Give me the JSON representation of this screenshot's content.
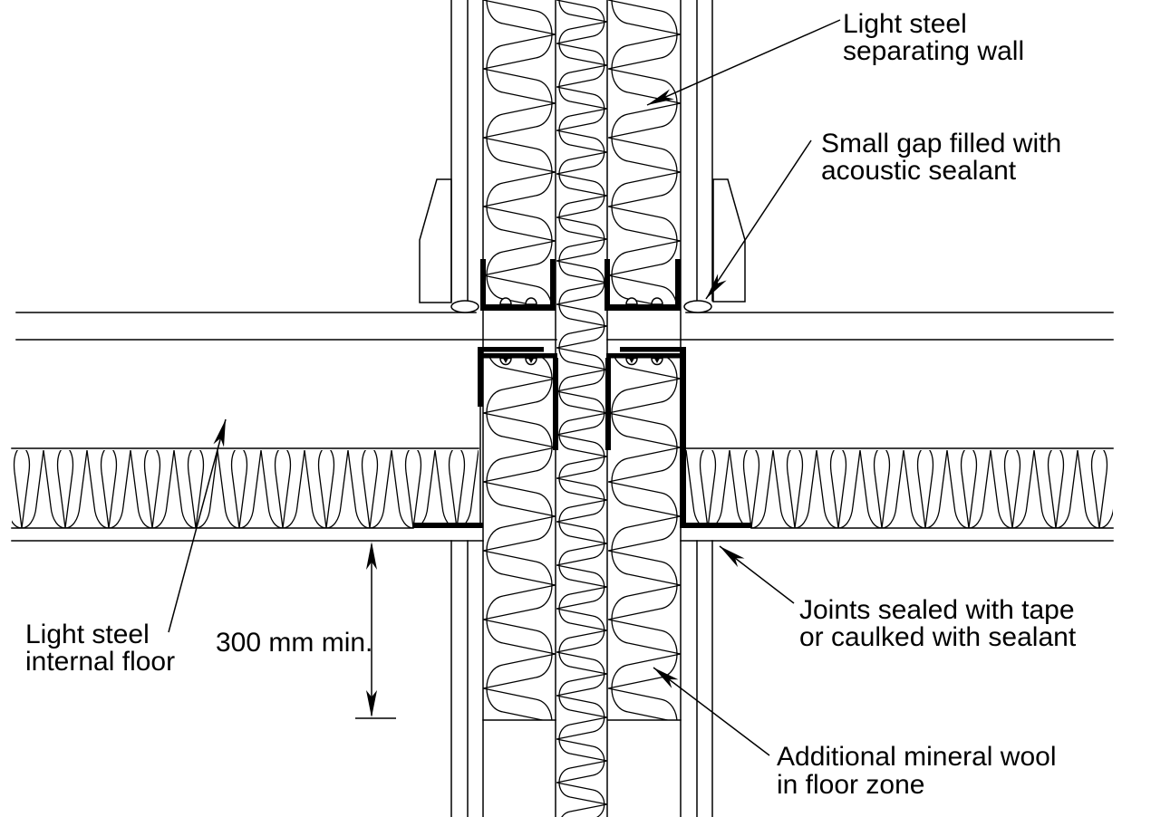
{
  "drawing": {
    "background_color": "#ffffff",
    "line_color": "#000000",
    "type": "construction-detail-section",
    "labels": {
      "separating_wall": [
        "Light steel",
        "separating wall"
      ],
      "acoustic_sealant": [
        "Small gap filled with",
        "acoustic sealant"
      ],
      "internal_floor": [
        "Light steel",
        "internal floor"
      ],
      "dimension": "300 mm min.",
      "joints_sealed": [
        "Joints sealed with tape",
        "or caulked with sealant"
      ],
      "additional_wool": [
        "Additional mineral wool",
        "in floor zone"
      ]
    }
  }
}
